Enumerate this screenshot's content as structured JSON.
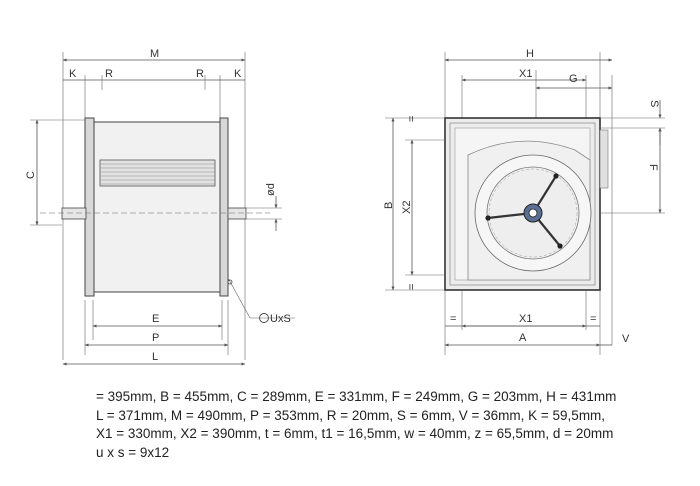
{
  "labels": {
    "M": "M",
    "K": "K",
    "R": "R",
    "C": "C",
    "od": "ød",
    "uxs": "UxS",
    "E": "E",
    "P": "P",
    "L": "L",
    "H": "H",
    "X1": "X1",
    "G": "G",
    "S": "S",
    "F": "F",
    "B": "B",
    "X2": "X2",
    "A": "A",
    "V": "V",
    "eq": "="
  },
  "specs": [
    "= 395mm, B = 455mm, C = 289mm, E = 331mm, F = 249mm, G = 203mm, H = 431mm",
    "L = 371mm, M = 490mm, P = 353mm, R = 20mm, S = 6mm, V = 36mm, K = 59,5mm,",
    "X1 = 330mm, X2 = 390mm, t = 6mm, t1 = 16,5mm, w = 40mm, z = 65,5mm, d = 20mm",
    "u x s = 9x12"
  ],
  "colors": {
    "frame": "#444444",
    "panel": "#f1f1f1",
    "hub": "#5b6e93"
  }
}
